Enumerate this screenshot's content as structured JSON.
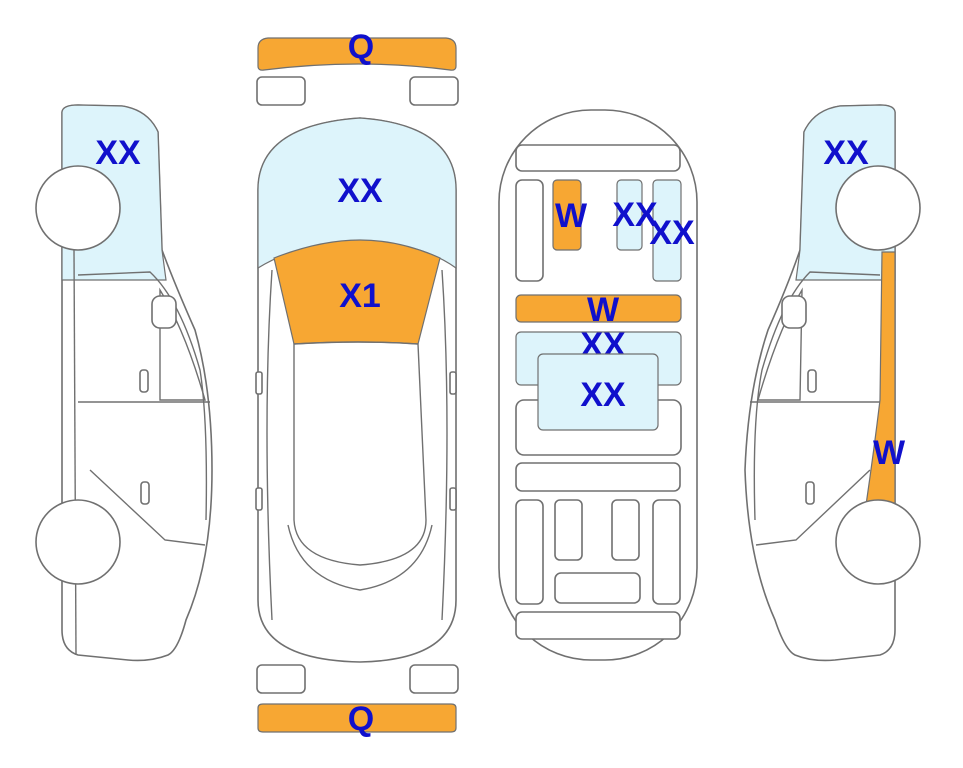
{
  "colors": {
    "orange": "#F7A733",
    "light_blue": "#DDF4FB",
    "label": "#1010CC",
    "outline": "#707070"
  },
  "labels": {
    "front_bumper": "Q",
    "rear_bumper": "Q",
    "left_side_front": "XX",
    "roof_front": "XX",
    "hood": "X1",
    "underbody_small_left": "W",
    "underbody_small_mid": "XX",
    "underbody_small_right": "XX",
    "underbody_bar": "W",
    "underbody_panel": "XX",
    "underbody_inner_panel": "XX",
    "right_side_front": "XX",
    "right_side_rocker": "W"
  }
}
